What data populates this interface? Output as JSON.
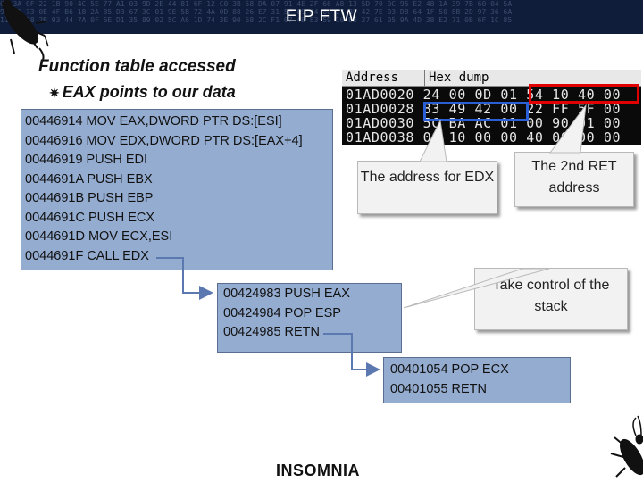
{
  "slide": {
    "title": "EIP FTW",
    "heading": "Function table accessed",
    "bullet": "EAX points to our data",
    "bullet_glyph": "✷"
  },
  "code_block_1": [
    "00446914 MOV EAX,DWORD PTR DS:[ESI]",
    "00446916 MOV EDX,DWORD PTR DS:[EAX+4]",
    "00446919 PUSH EDI",
    "0044691A PUSH EBX",
    "0044691B PUSH EBP",
    "0044691C PUSH ECX",
    "0044691D MOV ECX,ESI",
    "0044691F CALL EDX"
  ],
  "code_block_2": [
    "00424983 PUSH EAX",
    "00424984 POP ESP",
    "00424985 RETN"
  ],
  "code_block_3": [
    "00401054 POP ECX",
    "00401055 RETN"
  ],
  "hex_dump": {
    "col_address": "Address",
    "col_hex": "Hex dump",
    "rows": [
      "01AD0020 24 00 0D 01 54 10 40 00",
      "01AD0028 83 49 42 00 22 FF 5F 00",
      "01AD0030 5C BA AC 01 00 90 01 00",
      "01AD0038 00 10 00 00 40 00 00 00"
    ]
  },
  "callouts": {
    "edx": "The address for EDX",
    "ret": "The 2nd RET address",
    "stack": "Take control of the stack"
  },
  "footer": {
    "logo": "INSOMNIA"
  },
  "colors": {
    "title_bar": "#0f1d3b",
    "code_box": "#94acd0",
    "highlight_red": "#e00000",
    "highlight_blue": "#2a5fd6",
    "arrow": "#5b78b0"
  }
}
